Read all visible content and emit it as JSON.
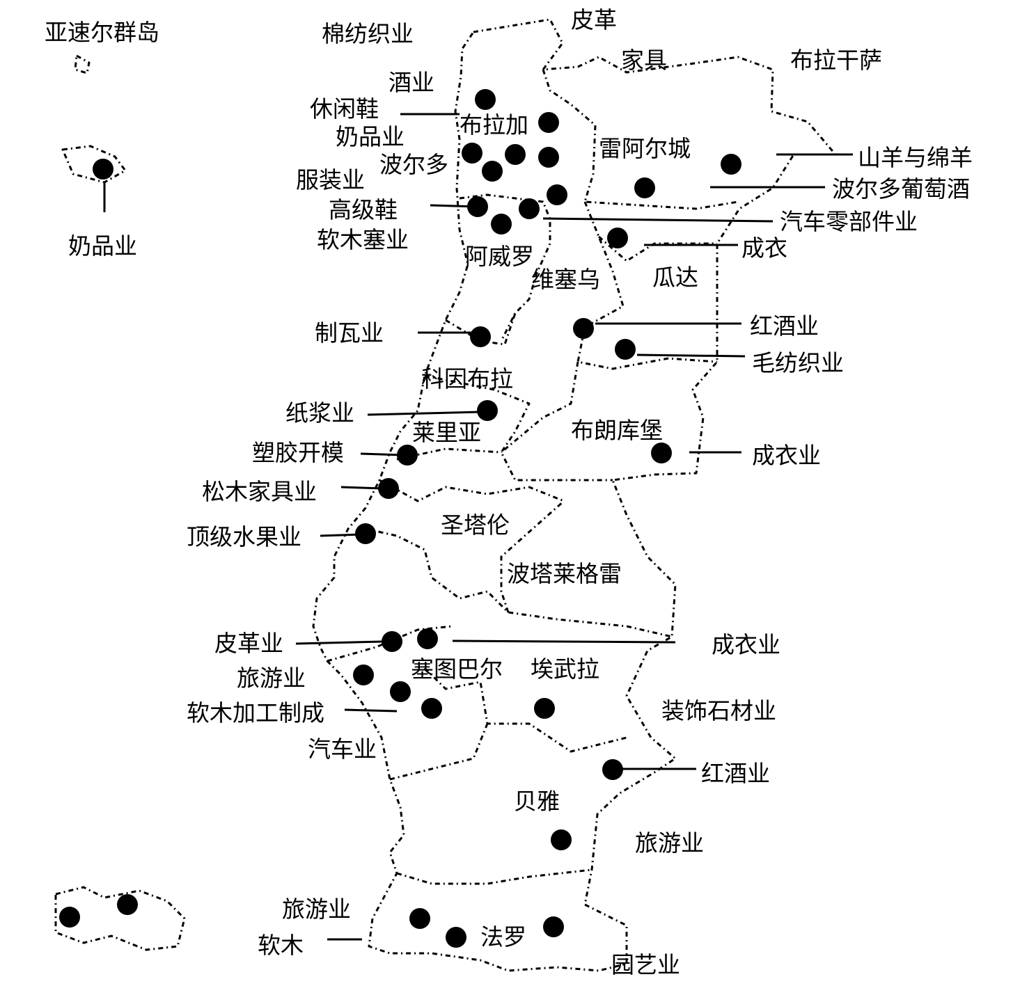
{
  "colors": {
    "ink": "#000000",
    "background": "#ffffff"
  },
  "marker_icon": "black-dot-icon",
  "labels": {
    "azores": "亚速尔群岛",
    "dairy_azores": "奶品业",
    "leather": "皮革",
    "cotton_textile": "棉纺织业",
    "furniture": "家具",
    "braganca": "布拉干萨",
    "wine_industry": "酒业",
    "casual_shoes": "休闲鞋",
    "braga": "布拉加",
    "dairy_north": "奶品业",
    "porto": "波尔多",
    "vila_real": "雷阿尔城",
    "sheep_goats": "山羊与绵羊",
    "clothing_north": "服装业",
    "port_wine": "波尔多葡萄酒",
    "high_end_shoes": "高级鞋",
    "auto_parts": "汽车零部件业",
    "cork_industry": "软木塞业",
    "ready_wear": "成衣",
    "aveiro": "阿威罗",
    "viseu": "维塞乌",
    "guarda": "瓜达",
    "tiles": "制瓦业",
    "red_wine_center": "红酒业",
    "wool_textile": "毛纺织业",
    "coimbra": "科因布拉",
    "pulp": "纸浆业",
    "leiria": "莱里亚",
    "castelo_branco": "布朗库堡",
    "plastic_molds": "塑胶开模",
    "clothing_center": "成衣业",
    "pine_furniture": "松木家具业",
    "santarem": "圣塔伦",
    "premium_fruit": "顶级水果业",
    "portalegre": "波塔莱格雷",
    "leather_industry": "皮革业",
    "clothing_south": "成衣业",
    "tourism_west": "旅游业",
    "setubal": "塞图巴尔",
    "evora": "埃武拉",
    "cork_processing": "软木加工制成",
    "decorative_stone": "装饰石材业",
    "automobile": "汽车业",
    "red_wine_south": "红酒业",
    "beja": "贝雅",
    "tourism_south": "旅游业",
    "tourism_algarve": "旅游业",
    "cork": "软木",
    "faro": "法罗",
    "horticulture": "园艺业"
  }
}
